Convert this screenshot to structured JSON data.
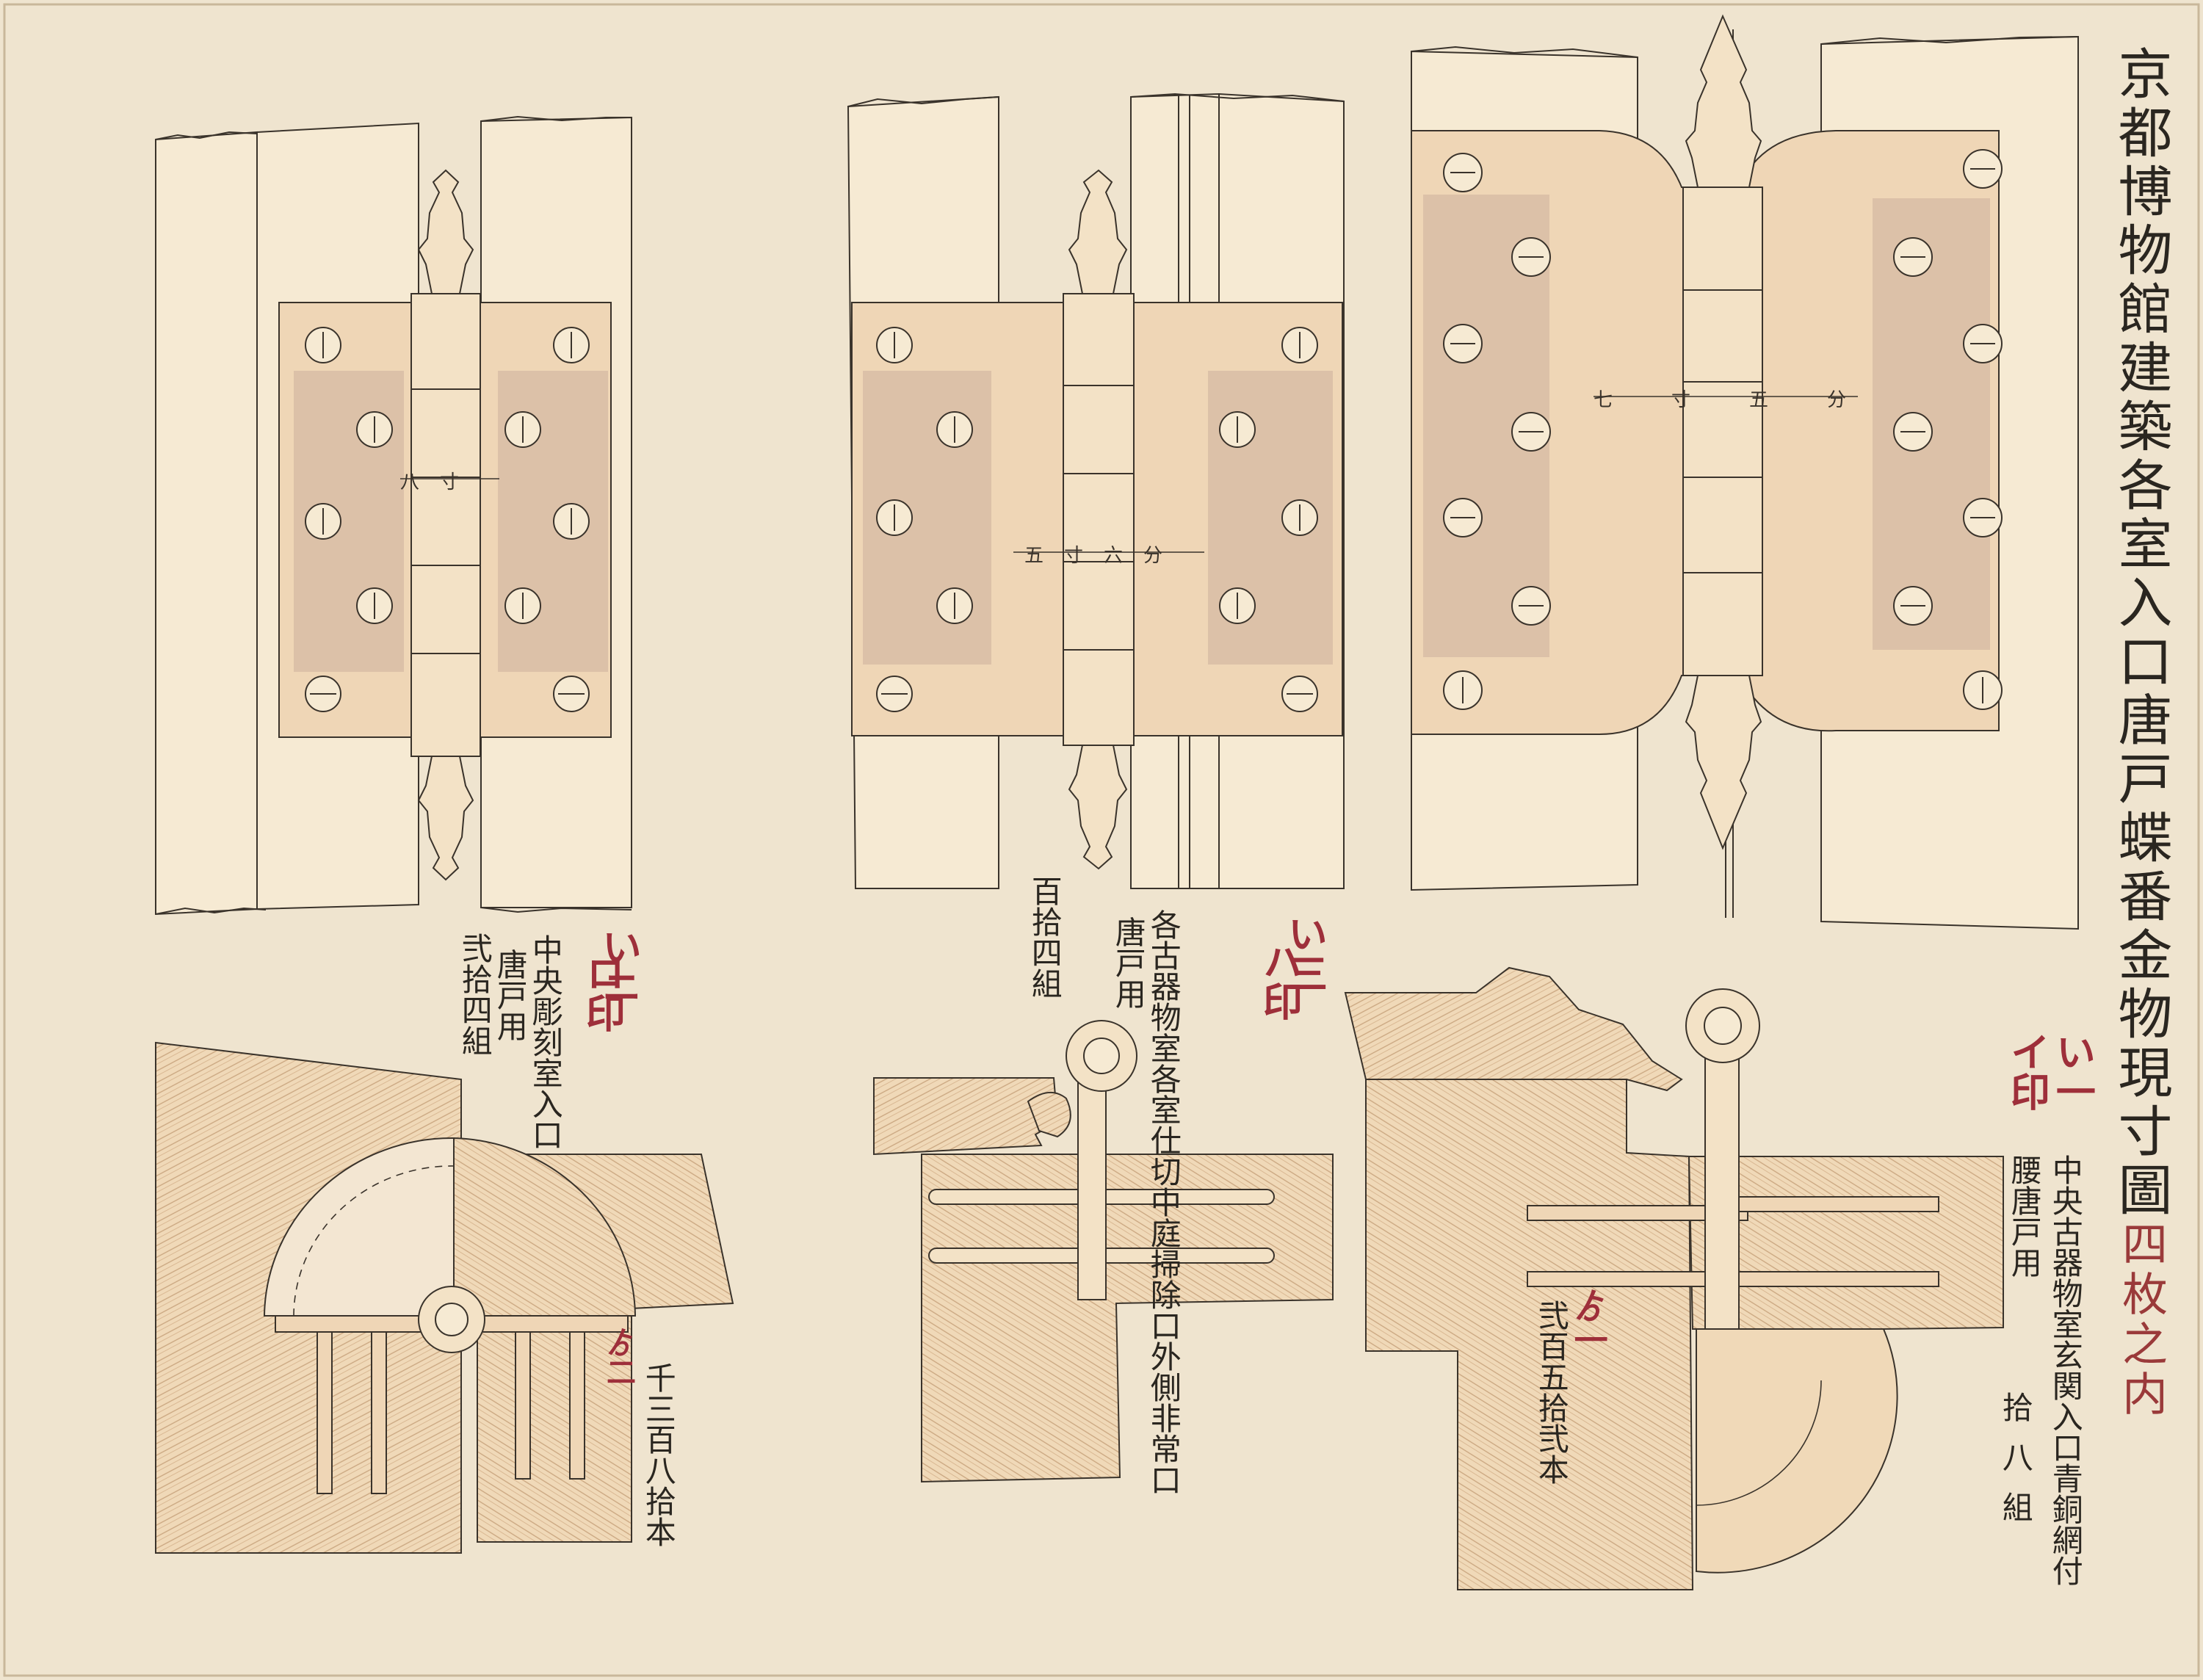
{
  "title": {
    "main": "京都博物館建築各室入口唐戸蝶番金物現寸圖",
    "sheet": "四枚之内"
  },
  "hinges": [
    {
      "mark_kana": "いニ",
      "mark": "ロ印",
      "usage": [
        "中央彫刻室入口",
        "唐戸用",
        "弐拾四組"
      ],
      "dimension": "八寸",
      "screw_mark": "ゟ二",
      "screw_count": "千三百八拾本"
    },
    {
      "mark_kana": "い三",
      "mark": "ハ印",
      "usage": [
        "各古器物室各室仕切中庭掃除口外側非常口",
        "唐戸用",
        "百拾四組"
      ],
      "dimension": "五寸六分",
      "screw_mark": "",
      "screw_count": ""
    },
    {
      "mark_kana": "い一",
      "mark": "イ印",
      "usage": [
        "中央古器物室玄関入口青銅網付",
        "腰唐戸用",
        "拾八組"
      ],
      "dimension": "七寸五分",
      "screw_mark": "ゟ一",
      "screw_count": "弐百五拾弐本"
    }
  ],
  "colors": {
    "paper": "#efe4cf",
    "ink": "#2a2620",
    "red_ink": "#9e2f3a",
    "wood": "#f0d9b8",
    "hinge_plate": "#efd6b6",
    "leaf_shade": "#dcc1a8"
  }
}
